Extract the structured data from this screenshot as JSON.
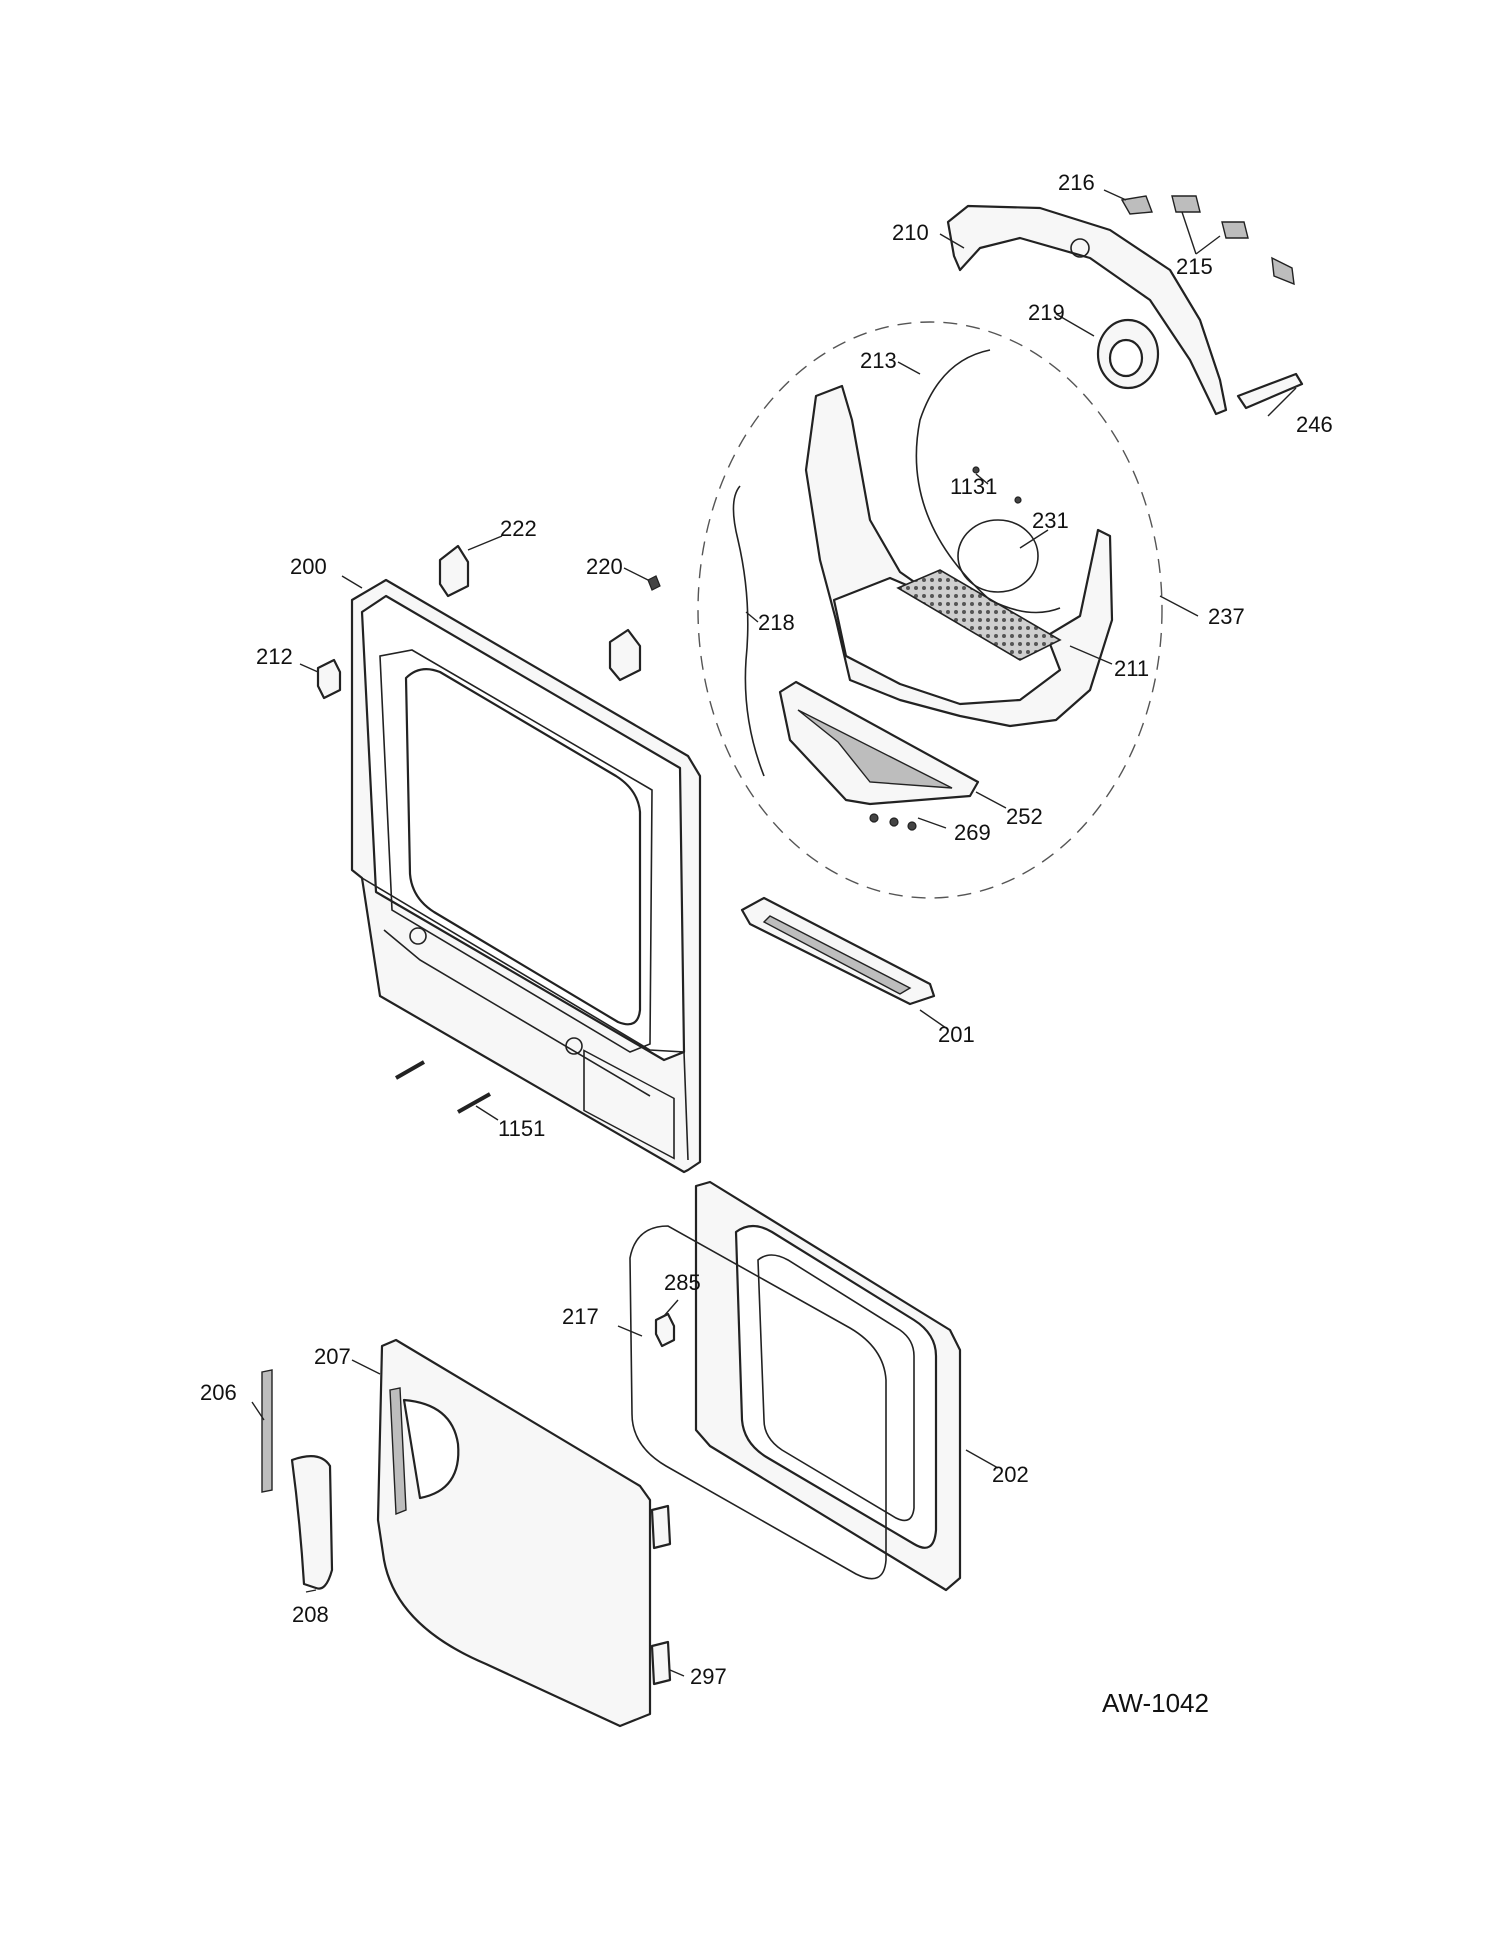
{
  "diagram_code": "AW-1042",
  "labels": {
    "p200": "200",
    "p201": "201",
    "p202": "202",
    "p206": "206",
    "p207": "207",
    "p208": "208",
    "p210": "210",
    "p211": "211",
    "p212": "212",
    "p213": "213",
    "p215": "215",
    "p216": "216",
    "p217": "217",
    "p218": "218",
    "p219": "219",
    "p220": "220",
    "p222": "222",
    "p231": "231",
    "p237": "237",
    "p246": "246",
    "p252": "252",
    "p269": "269",
    "p285": "285",
    "p297": "297",
    "p1131": "1131",
    "p1151": "1151"
  }
}
